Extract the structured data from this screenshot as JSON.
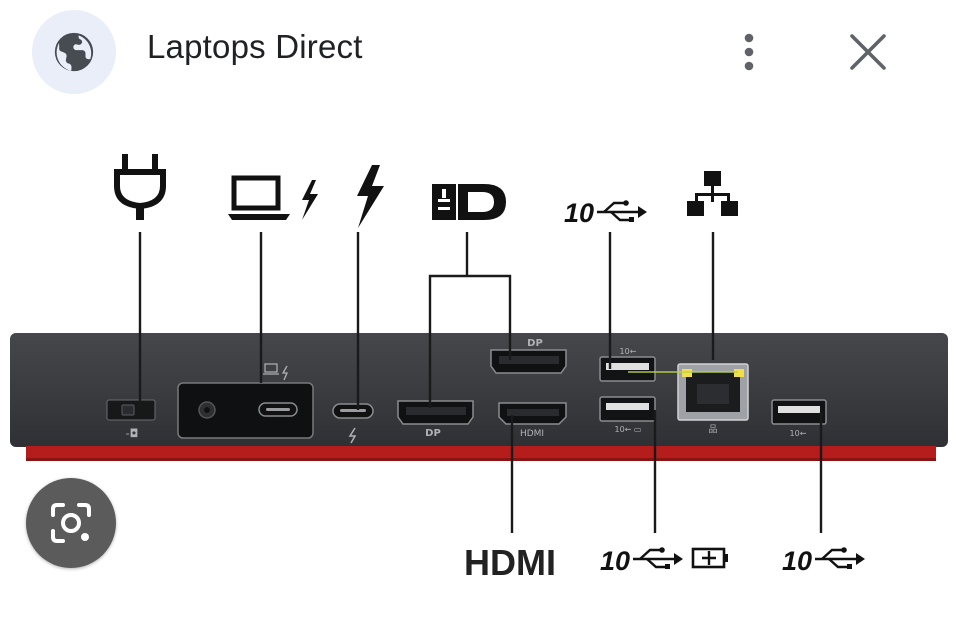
{
  "header": {
    "site_icon": "globe-icon",
    "title": "Laptops Direct",
    "menu_icon": "more-vert-icon",
    "close_icon": "close-icon"
  },
  "lens_button": {
    "icon": "image-search-icon"
  },
  "diagram": {
    "hdmi_label": "HDMI",
    "usb_speed_label": "10",
    "colors": {
      "dock_body": "#3b3d40",
      "dock_stripe": "#b51d1d",
      "callout_line": "#1a1a1a"
    }
  }
}
